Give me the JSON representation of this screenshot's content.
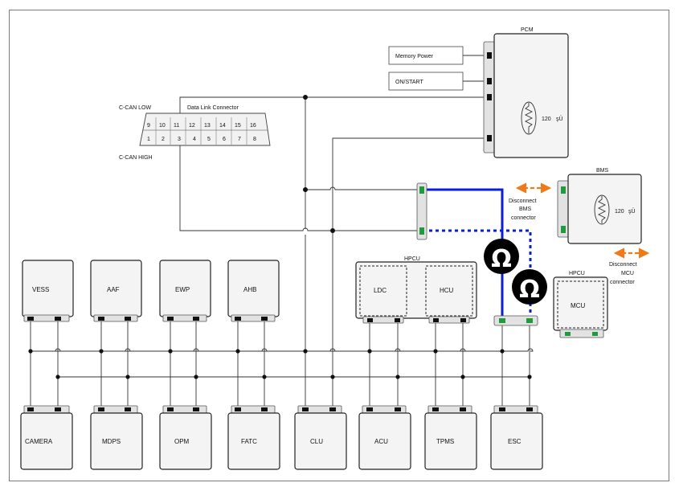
{
  "modules": {
    "pcm": {
      "title": "PCM",
      "resistance": "120",
      "unit": "şÜ"
    },
    "bms": {
      "title": "BMS",
      "resistance": "120",
      "unit": "şÜ"
    },
    "hpcu_top": {
      "title": "HPCU",
      "ldc": "LDC",
      "hcu": "HCU"
    },
    "hpcu_mcu": {
      "title": "HPCU",
      "mcu": "MCU"
    },
    "top_row": [
      "VESS",
      "AAF",
      "EWP",
      "AHB"
    ],
    "bottom_row": [
      "CAMERA",
      "MDPS",
      "OPM",
      "FATC",
      "CLU",
      "ACU",
      "TPMS",
      "ESC"
    ]
  },
  "inputs": {
    "memory_power": "Memory Power",
    "on_start": "ON/START"
  },
  "dlc": {
    "title": "Data Link Connector",
    "can_low": "C-CAN LOW",
    "can_high": "C-CAN HIGH",
    "pins_top": [
      "9",
      "10",
      "11",
      "12",
      "13",
      "14",
      "15",
      "16"
    ],
    "pins_bottom": [
      "1",
      "2",
      "3",
      "4",
      "5",
      "6",
      "7",
      "8"
    ]
  },
  "notes": {
    "disconnect_bms": [
      "Disconnect",
      "BMS",
      "connector"
    ],
    "disconnect_mcu": [
      "Disconnect",
      "MCU",
      "connector"
    ]
  },
  "colors": {
    "can_line": "#0a1fd4",
    "arrow": "#f07a1a",
    "pin": "#1f9a3c",
    "ohm": "#000000"
  },
  "icons": {
    "ohm_meter": "ohm-icon",
    "resistor": "resistor-icon",
    "arrow": "double-arrow-icon"
  }
}
